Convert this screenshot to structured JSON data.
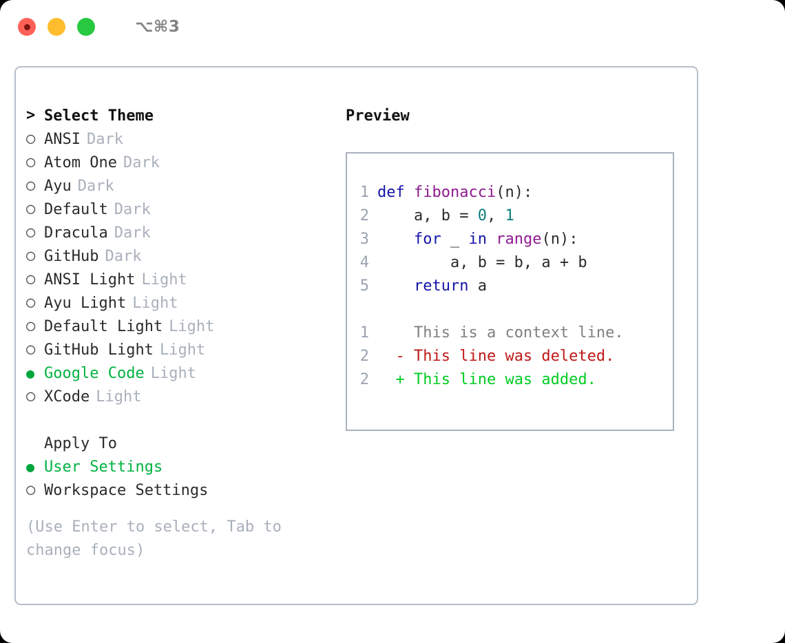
{
  "titlebar": {
    "shortcut": "⌥⌘3",
    "buttons": [
      {
        "name": "close",
        "color": "#ff6159"
      },
      {
        "name": "minimize",
        "color": "#ffbd2e"
      },
      {
        "name": "zoom",
        "color": "#28c840"
      }
    ]
  },
  "colors": {
    "accent_green": "#00b341",
    "muted": "#a9b0bb",
    "border": "#b6bec9",
    "preview_border": "#a8b1be",
    "keyword": "#1414a8",
    "function": "#8e1a8e",
    "number": "#0b7d7d",
    "diff_context": "#808080",
    "diff_delete": "#c01818",
    "diff_add": "#00cc22"
  },
  "theme_section": {
    "marker": ">",
    "title": "Select Theme",
    "radio_empty": "○",
    "radio_filled": "●",
    "items": [
      {
        "name": "ANSI",
        "variant": "Dark",
        "selected": false
      },
      {
        "name": "Atom One",
        "variant": "Dark",
        "selected": false
      },
      {
        "name": "Ayu",
        "variant": "Dark",
        "selected": false
      },
      {
        "name": "Default",
        "variant": "Dark",
        "selected": false
      },
      {
        "name": "Dracula",
        "variant": "Dark",
        "selected": false
      },
      {
        "name": "GitHub",
        "variant": "Dark",
        "selected": false
      },
      {
        "name": "ANSI Light",
        "variant": "Light",
        "selected": false
      },
      {
        "name": "Ayu Light",
        "variant": "Light",
        "selected": false
      },
      {
        "name": "Default Light",
        "variant": "Light",
        "selected": false
      },
      {
        "name": "GitHub Light",
        "variant": "Light",
        "selected": false
      },
      {
        "name": "Google Code",
        "variant": "Light",
        "selected": true
      },
      {
        "name": "XCode",
        "variant": "Light",
        "selected": false
      }
    ]
  },
  "apply_section": {
    "title": "Apply To",
    "items": [
      {
        "name": "User Settings",
        "selected": true
      },
      {
        "name": "Workspace Settings",
        "selected": false
      }
    ]
  },
  "hint": "(Use Enter to select, Tab to change focus)",
  "preview": {
    "title": "Preview",
    "code_lines": [
      {
        "lineno": "1",
        "tokens": [
          {
            "t": "def ",
            "k": "kw"
          },
          {
            "t": "fibonacci",
            "k": "fn"
          },
          {
            "t": "(n):",
            "k": "plain"
          }
        ]
      },
      {
        "lineno": "2",
        "tokens": [
          {
            "t": "    a, b = ",
            "k": "plain"
          },
          {
            "t": "0",
            "k": "num"
          },
          {
            "t": ", ",
            "k": "plain"
          },
          {
            "t": "1",
            "k": "num"
          }
        ]
      },
      {
        "lineno": "3",
        "tokens": [
          {
            "t": "    ",
            "k": "plain"
          },
          {
            "t": "for",
            "k": "kw"
          },
          {
            "t": " _ ",
            "k": "plain"
          },
          {
            "t": "in",
            "k": "kw"
          },
          {
            "t": " ",
            "k": "plain"
          },
          {
            "t": "range",
            "k": "fn"
          },
          {
            "t": "(n):",
            "k": "plain"
          }
        ]
      },
      {
        "lineno": "4",
        "tokens": [
          {
            "t": "        a, b = b, a + b",
            "k": "plain"
          }
        ]
      },
      {
        "lineno": "5",
        "tokens": [
          {
            "t": "    ",
            "k": "plain"
          },
          {
            "t": "return",
            "k": "kw"
          },
          {
            "t": " a",
            "k": "plain"
          }
        ]
      }
    ],
    "diff_lines": [
      {
        "lineno": "1",
        "sign": " ",
        "text": " This is a context line.",
        "kind": "context"
      },
      {
        "lineno": "2",
        "sign": "-",
        "text": " This line was deleted.",
        "kind": "delete"
      },
      {
        "lineno": "2",
        "sign": "+",
        "text": " This line was added.",
        "kind": "add"
      }
    ]
  }
}
